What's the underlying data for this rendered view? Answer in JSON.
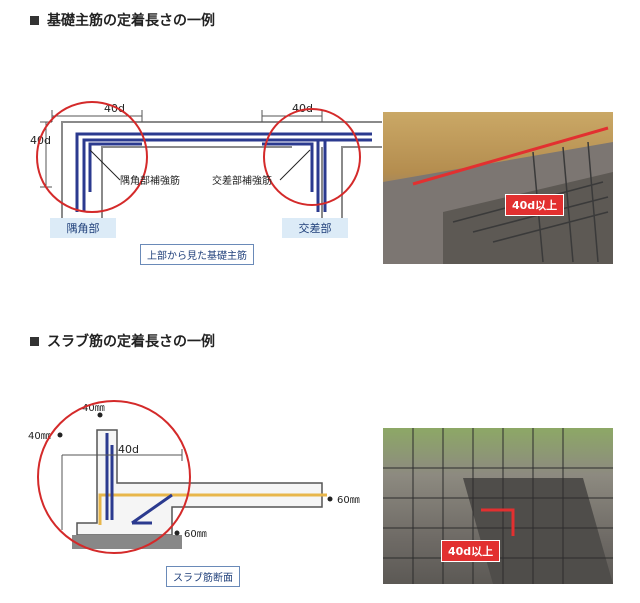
{
  "section1": {
    "title": "基礎主筋の定着長さの一例",
    "diagram": {
      "dim_top_left": "40d",
      "dim_side_left": "40d",
      "dim_top_right": "40d",
      "label_corner_rebar": "隅角部補強筋",
      "label_cross_rebar": "交差部補強筋",
      "box_corner": "隅角部",
      "box_cross": "交差部",
      "caption": "上部から見た基礎主筋"
    },
    "photo": {
      "badge": "40d以上"
    }
  },
  "section2": {
    "title": "スラブ筋の定着長さの一例",
    "diagram": {
      "dim_top": "40㎜",
      "dim_left": "40㎜",
      "dim_40d": "40d",
      "dim_right": "60㎜",
      "dim_bottom": "60㎜",
      "caption": "スラブ筋断面"
    },
    "photo": {
      "badge": "40d以上"
    }
  },
  "colors": {
    "rebar_blue": "#2b3a8f",
    "slab_yellow": "#e8b64a",
    "circle_red": "#d42a2a",
    "box_blue": "#dcebf7"
  }
}
